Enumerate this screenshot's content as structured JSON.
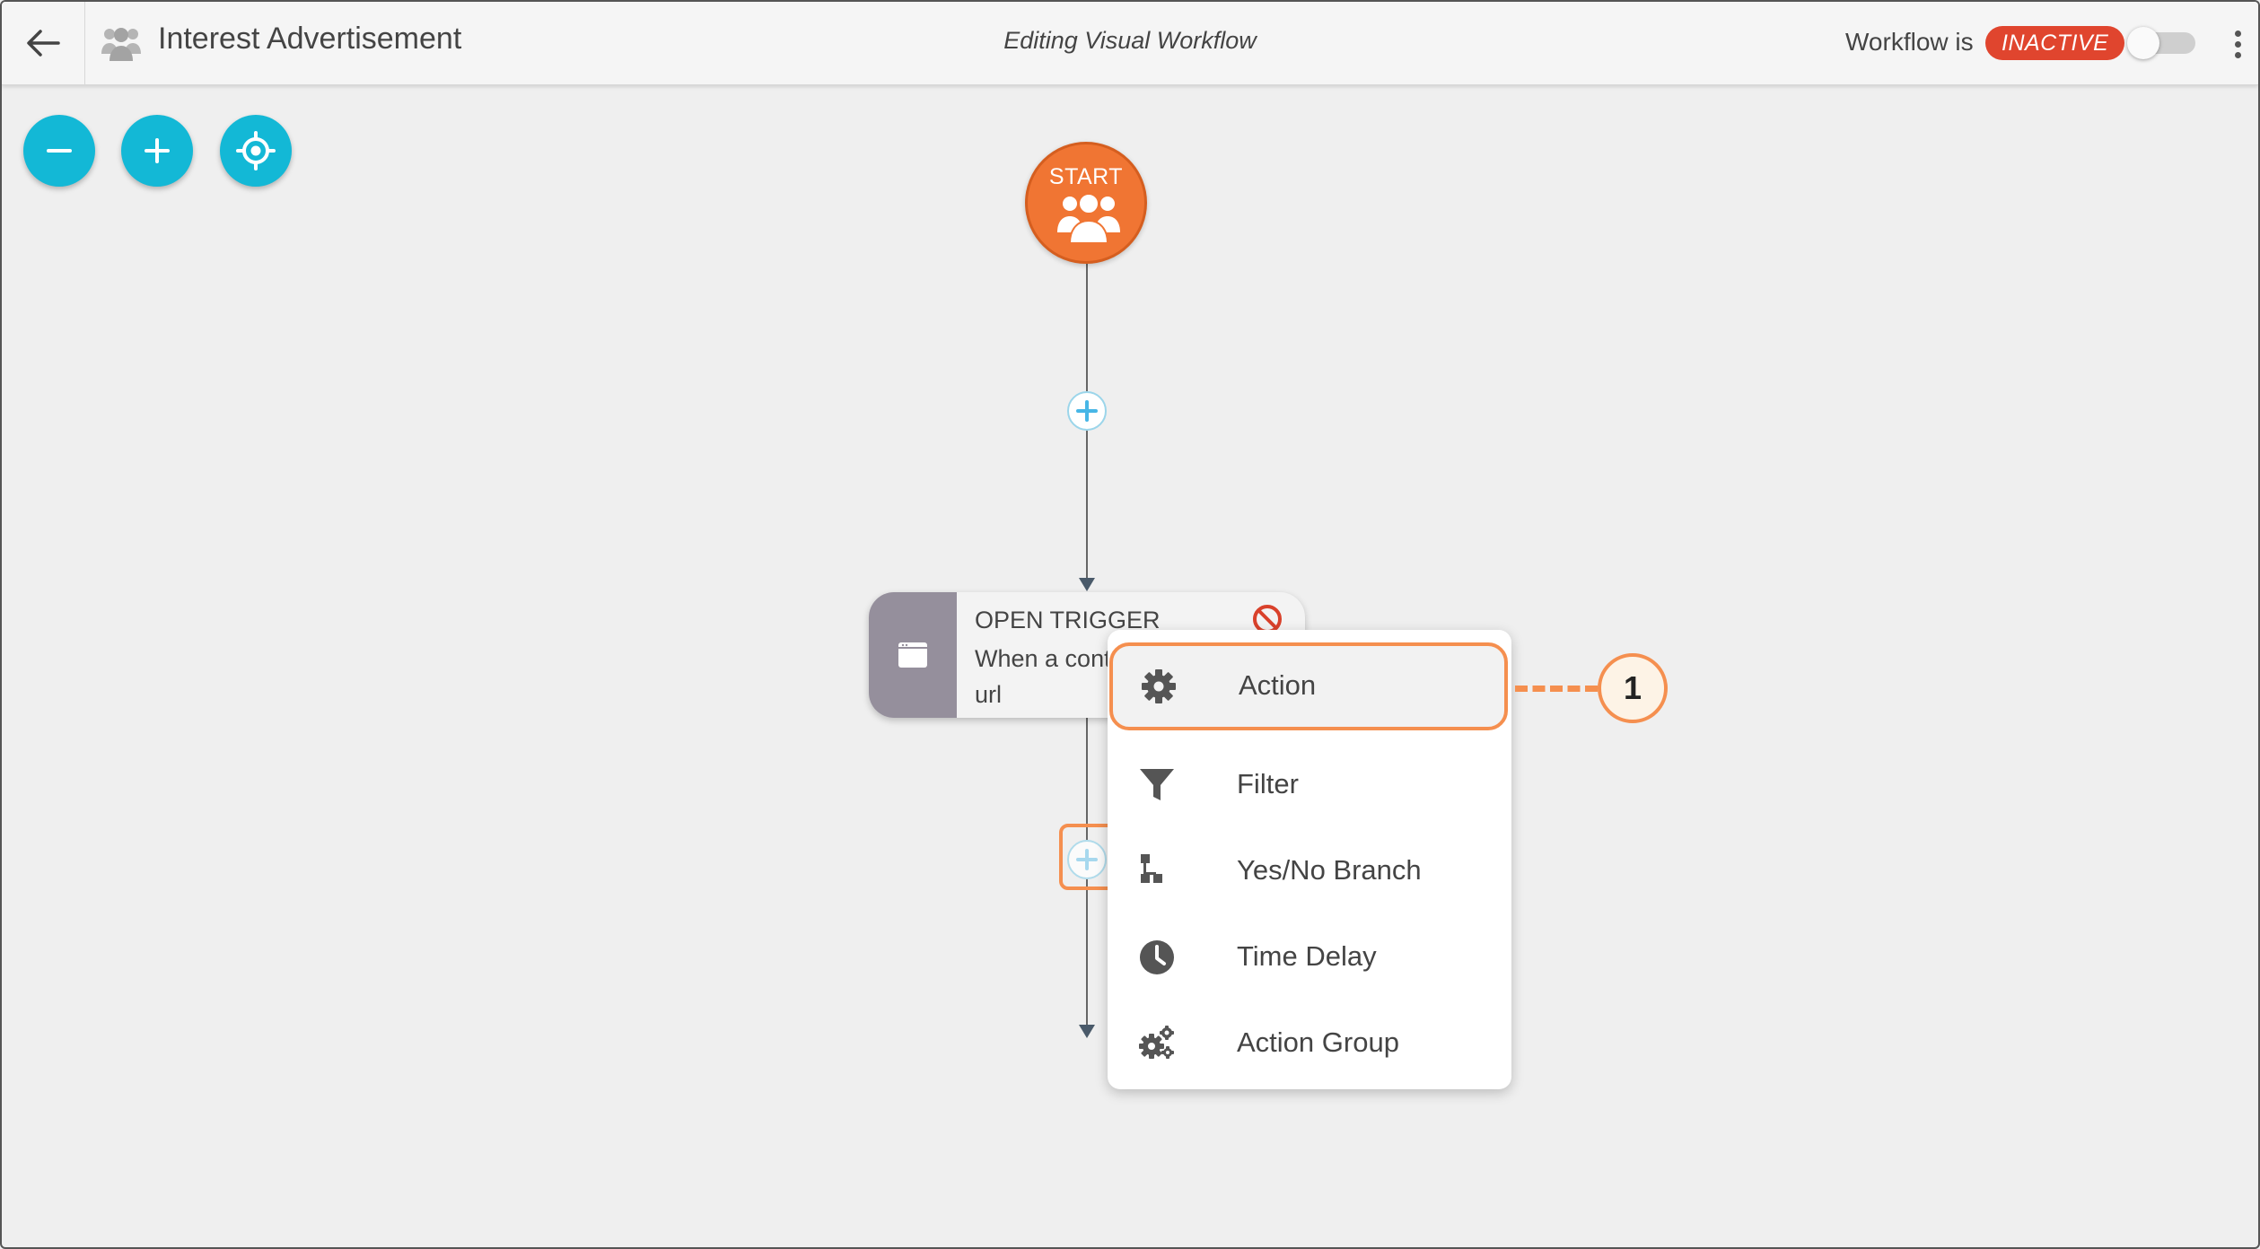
{
  "header": {
    "title": "Interest Advertisement",
    "mode": "Editing Visual Workflow",
    "status_label": "Workflow is",
    "status_badge": "INACTIVE",
    "toggle_on": false
  },
  "controls": {
    "zoom_out": "minus-icon",
    "zoom_in": "plus-icon",
    "recenter": "crosshair-icon"
  },
  "workflow": {
    "start_label": "START",
    "trigger": {
      "title": "OPEN TRIGGER",
      "desc_line1": "When a cont",
      "desc_line2": "url"
    }
  },
  "menu": {
    "items": [
      {
        "label": "Action",
        "icon": "gear-icon"
      },
      {
        "label": "Filter",
        "icon": "funnel-icon"
      },
      {
        "label": "Yes/No Branch",
        "icon": "branch-icon"
      },
      {
        "label": "Time Delay",
        "icon": "clock-icon"
      },
      {
        "label": "Action Group",
        "icon": "gears-icon"
      }
    ]
  },
  "callout": {
    "number": "1"
  },
  "colors": {
    "accent": "#13b8d6",
    "start": "#f07533",
    "inactive": "#e0452e",
    "highlight": "#f58f4f",
    "trigger_side": "#958f9c"
  }
}
